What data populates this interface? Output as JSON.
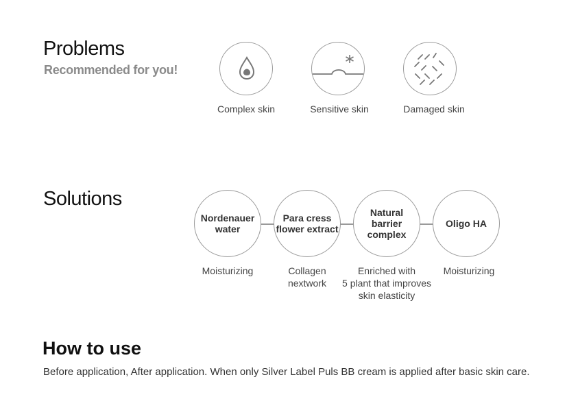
{
  "problems": {
    "title": "Problems",
    "subtitle": "Recommended for you!",
    "items": [
      {
        "label": "Complex skin",
        "icon": "droplet-icon"
      },
      {
        "label": "Sensitive skin",
        "icon": "sensitive-skin-icon"
      },
      {
        "label": "Damaged skin",
        "icon": "damaged-skin-icon"
      }
    ]
  },
  "solutions": {
    "title": "Solutions",
    "items": [
      {
        "name": "Nordenauer\nwater",
        "desc": "Moisturizing"
      },
      {
        "name": "Para cress\nflower extract",
        "desc": "Collagen\nnextwork"
      },
      {
        "name": "Natural\nbarrier\ncomplex",
        "desc": "Enriched with\n5 plant that improves\nskin elasticity"
      },
      {
        "name": "Oligo HA",
        "desc": "Moisturizing"
      }
    ]
  },
  "how_to_use": {
    "title": "How to use",
    "text": "Before application, After application. When only Silver Label Puls BB cream is applied after basic skin care."
  },
  "colors": {
    "heading": "#111111",
    "subtitle": "#8a8a8a",
    "circle_border": "#9a9a9a",
    "body_text": "#333333"
  }
}
